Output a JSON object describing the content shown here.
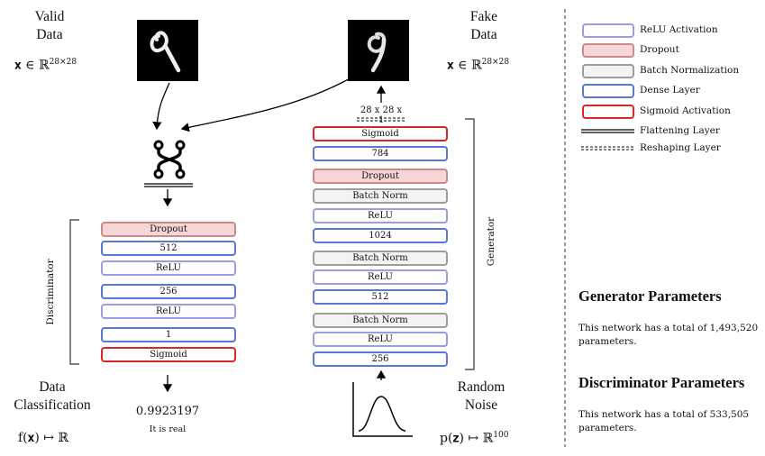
{
  "left": {
    "input_title_line1": "Valid",
    "input_title_line2": "Data",
    "input_math": "𝐱 ∈ ℝ",
    "input_math_sup": "28×28",
    "side_label": "Discriminator",
    "layers": [
      {
        "label": "Dropout",
        "kind": "dropout"
      },
      {
        "label": "512",
        "kind": "dense"
      },
      {
        "label": "ReLU",
        "kind": "relu"
      },
      {
        "label": "256",
        "kind": "dense"
      },
      {
        "label": "ReLU",
        "kind": "relu"
      },
      {
        "label": "1",
        "kind": "dense"
      },
      {
        "label": "Sigmoid",
        "kind": "sigmoid"
      }
    ],
    "output_title_line1": "Data",
    "output_title_line2": "Classification",
    "output_value": "0.9923197",
    "output_text": "It is real",
    "output_math": "f(𝐱) ↦ ℝ"
  },
  "right": {
    "output_title_line1": "Fake",
    "output_title_line2": "Data",
    "output_math": "𝐱 ∈ ℝ",
    "output_math_sup": "28×28",
    "reshape_label": "28 x 28 x 1",
    "side_label": "Generator",
    "layers": [
      {
        "label": "Sigmoid",
        "kind": "sigmoid"
      },
      {
        "label": "784",
        "kind": "dense"
      },
      {
        "label": "Dropout",
        "kind": "dropout"
      },
      {
        "label": "Batch Norm",
        "kind": "bn"
      },
      {
        "label": "ReLU",
        "kind": "relu"
      },
      {
        "label": "1024",
        "kind": "dense"
      },
      {
        "label": "Batch Norm",
        "kind": "bn"
      },
      {
        "label": "ReLU",
        "kind": "relu"
      },
      {
        "label": "512",
        "kind": "dense"
      },
      {
        "label": "Batch Norm",
        "kind": "bn"
      },
      {
        "label": "ReLU",
        "kind": "relu"
      },
      {
        "label": "256",
        "kind": "dense"
      }
    ],
    "input_title_line1": "Random",
    "input_title_line2": "Noise",
    "input_math": "p(𝐳) ↦ ℝ",
    "input_math_sup": "100"
  },
  "legend": [
    {
      "label": "ReLU Activation",
      "kind": "relu"
    },
    {
      "label": "Dropout",
      "kind": "dropout"
    },
    {
      "label": "Batch Normalization",
      "kind": "bn"
    },
    {
      "label": "Dense Layer",
      "kind": "dense"
    },
    {
      "label": "Sigmoid Activation",
      "kind": "sigmoid"
    },
    {
      "label": "Flattening Layer",
      "kind": "flatten"
    },
    {
      "label": "Reshaping Layer",
      "kind": "reshape"
    }
  ],
  "params": {
    "generator_heading": "Generator Parameters",
    "generator_text_line1": "This network has a total of 1,493,520",
    "generator_text_line2": "parameters.",
    "discriminator_heading": "Discriminator Parameters",
    "discriminator_text_line1": "This network has a total of 533,505",
    "discriminator_text_line2": "parameters."
  },
  "colors": {
    "relu": "#9a9de0",
    "dense": "#5a78d8",
    "dropout": "#c98a8a",
    "batch_norm": "#9d9d9d",
    "sigmoid": "#d8262a"
  }
}
